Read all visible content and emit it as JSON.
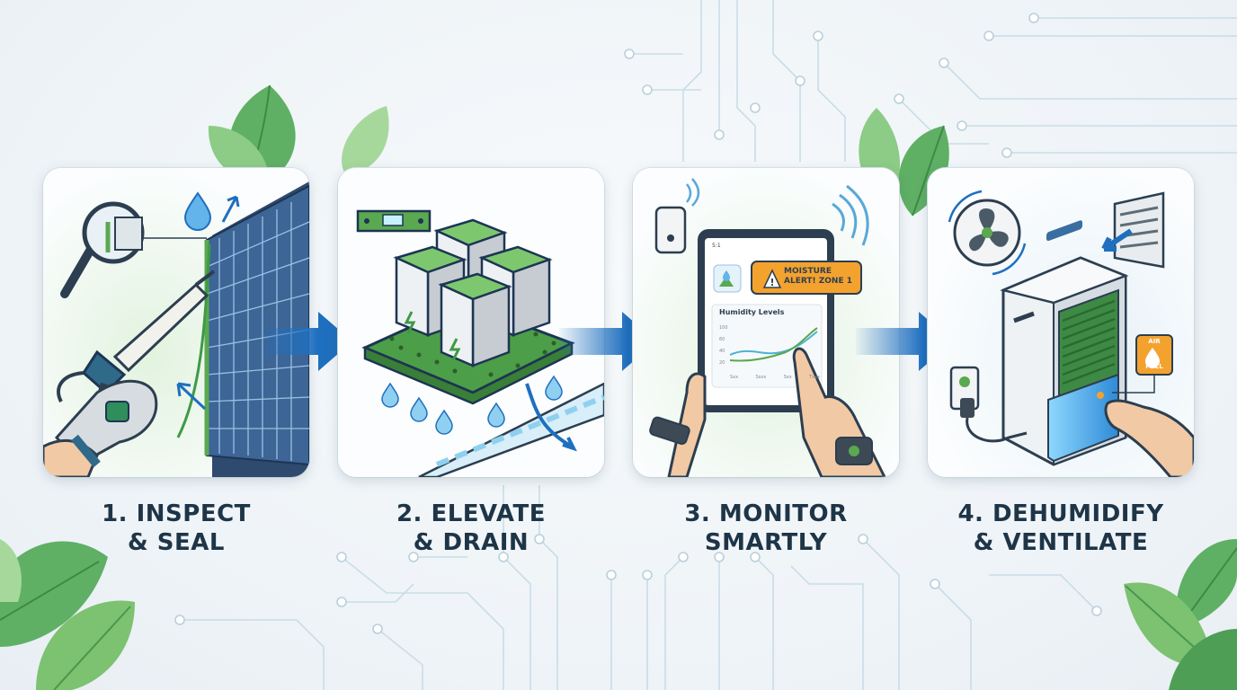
{
  "steps": [
    {
      "line1": "1. INSPECT",
      "line2": "& SEAL"
    },
    {
      "line1": "2. ELEVATE",
      "line2": "& DRAIN"
    },
    {
      "line1": "3. MONITOR",
      "line2": "SMARTLY"
    },
    {
      "line1": "4. DEHUMIDIFY",
      "line2": "& VENTILATE"
    }
  ],
  "tablet": {
    "alert_line1": "MOISTURE",
    "alert_line2": "ALERT! ZONE 1",
    "chart_title": "Humidity Levels",
    "ticks": [
      "100",
      "60",
      "40",
      "20"
    ],
    "xticks": [
      "Sxx",
      "Ssxx",
      "Sxx",
      "Txxx"
    ]
  },
  "dehumidifier": {
    "badge_top": "AIR",
    "badge_bottom": "FULL"
  },
  "colors": {
    "accent_blue": "#1f6fbf",
    "accent_green": "#5aa850",
    "text_dark": "#1e3548"
  }
}
